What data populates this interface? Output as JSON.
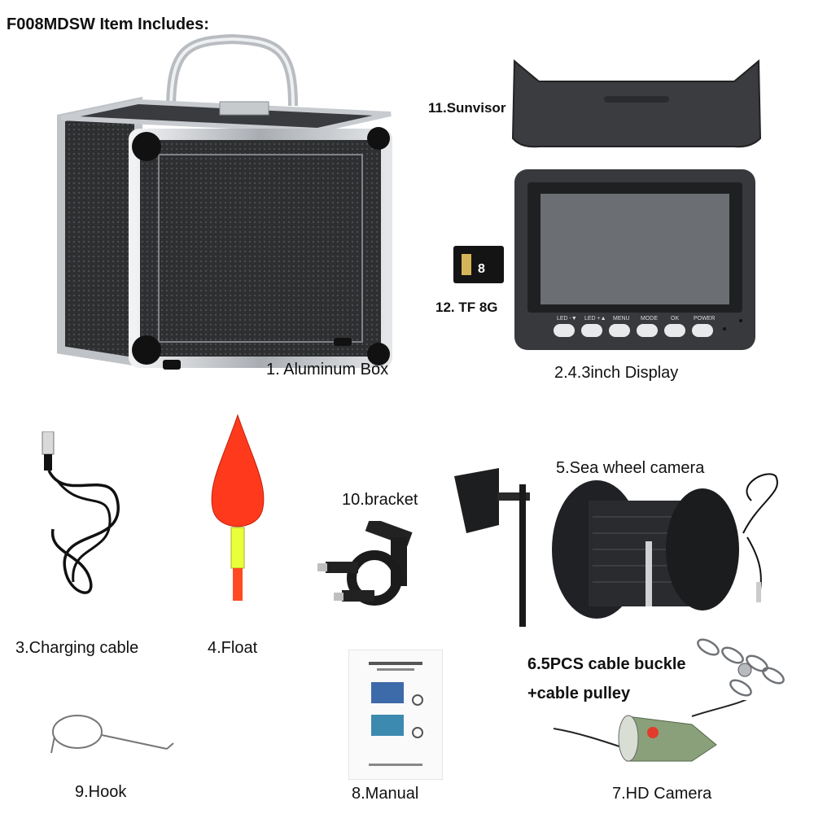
{
  "header": {
    "title": "F008MDSW Item Includes:"
  },
  "items": {
    "aluminum_box": "1. Aluminum Box",
    "display": "2.4.3inch Display",
    "charging_cable": "3.Charging cable",
    "float": "4.Float",
    "sea_wheel_camera": "5.Sea wheel camera",
    "cable_buckle_line1": "6.5PCS cable buckle",
    "cable_buckle_line2": "+cable pulley",
    "hd_camera": "7.HD Camera",
    "manual": "8.Manual",
    "hook": "9.Hook",
    "bracket": "10.bracket",
    "sunvisor": "11.Sunvisor",
    "tf_card": "12. TF 8G"
  },
  "display_buttons": [
    "LED -▼",
    "LED +▲",
    "MENU",
    "MODE",
    "OK",
    "POWER"
  ],
  "tf_card_capacity": "8",
  "colors": {
    "case_frame": "#c9ccd0",
    "case_panel": "#2b2b2d",
    "float_red": "#ff3a1c",
    "float_yellow": "#e9ff3a",
    "camera_green": "#8aa07a"
  }
}
